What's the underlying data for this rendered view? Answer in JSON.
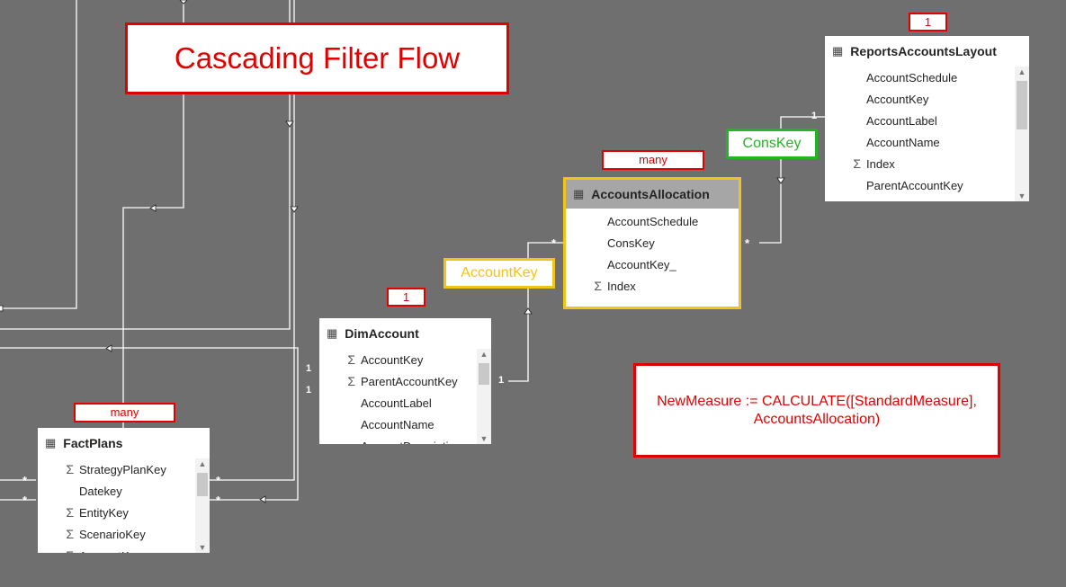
{
  "title": "Cascading Filter Flow",
  "formula": {
    "line1": "NewMeasure := CALCULATE([StandardMeasure],",
    "line2": "AccountsAllocation)"
  },
  "tags": {
    "one_reports": "1",
    "many_allocation": "many",
    "one_dimaccount": "1",
    "many_factplans": "many"
  },
  "keys": {
    "conskey": "ConsKey",
    "accountkey": "AccountKey"
  },
  "cardinality": {
    "one": "1",
    "many": "*"
  },
  "colors": {
    "background": "#6f6f6f",
    "callout_red": "#e00000",
    "conskey_green": "#22b522",
    "accountkey_yellow": "#f0c419",
    "selected_header": "#a6a6a6"
  },
  "tables": {
    "reports": {
      "name": "ReportsAccountsLayout",
      "fields": [
        {
          "name": "AccountSchedule",
          "sigma": ""
        },
        {
          "name": "AccountKey",
          "sigma": ""
        },
        {
          "name": "AccountLabel",
          "sigma": ""
        },
        {
          "name": "AccountName",
          "sigma": ""
        },
        {
          "name": "Index",
          "sigma": "Σ"
        },
        {
          "name": "ParentAccountKey",
          "sigma": ""
        }
      ]
    },
    "allocation": {
      "name": "AccountsAllocation",
      "fields": [
        {
          "name": "AccountSchedule",
          "sigma": ""
        },
        {
          "name": "ConsKey",
          "sigma": ""
        },
        {
          "name": "AccountKey_",
          "sigma": ""
        },
        {
          "name": "Index",
          "sigma": "Σ"
        }
      ]
    },
    "dimaccount": {
      "name": "DimAccount",
      "fields": [
        {
          "name": "AccountKey",
          "sigma": "Σ"
        },
        {
          "name": "ParentAccountKey",
          "sigma": "Σ"
        },
        {
          "name": "AccountLabel",
          "sigma": ""
        },
        {
          "name": "AccountName",
          "sigma": ""
        },
        {
          "name": "AccountDescription",
          "sigma": ""
        }
      ]
    },
    "factplans": {
      "name": "FactPlans",
      "fields": [
        {
          "name": "StrategyPlanKey",
          "sigma": "Σ"
        },
        {
          "name": "Datekey",
          "sigma": ""
        },
        {
          "name": "EntityKey",
          "sigma": "Σ"
        },
        {
          "name": "ScenarioKey",
          "sigma": "Σ"
        },
        {
          "name": "AccountKey",
          "sigma": "Σ"
        }
      ]
    }
  }
}
